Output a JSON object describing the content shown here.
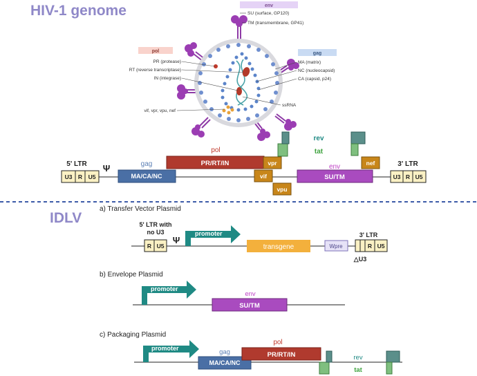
{
  "title": "HIV-1 genome",
  "virion": {
    "env_header": "env",
    "pol_header": "pol",
    "gag_header": "gag",
    "su": "SU (surface, GP120)",
    "tm": "TM (transmembrane, GP41)",
    "pr": "PR (protease)",
    "rt": "RT (reverse transcriptase)",
    "in": "IN (integrase)",
    "ma": "MA (matrix)",
    "nc": "NC (nucleocapsid)",
    "ca": "CA (capsid, p24)",
    "accessory": "vif, vpr, vpu, nef",
    "ssrna": "ssRNA"
  },
  "genome": {
    "ltr5": "5' LTR",
    "ltr3": "3' LTR",
    "u3": "U3",
    "r": "R",
    "u5": "U5",
    "psi": "Ψ",
    "gag": "gag",
    "gag_box": "MA/CA/NC",
    "pol": "pol",
    "pol_box": "PR/RT/IN",
    "vif": "vif",
    "vpr": "vpr",
    "vpu": "vpu",
    "env": "env",
    "env_box": "SU/TM",
    "nef": "nef",
    "rev": "rev",
    "tat": "tat"
  },
  "idlv": {
    "title": "IDLV",
    "a": {
      "label": "a) Transfer Vector Plasmid",
      "ltr5_line1": "5' LTR with",
      "ltr5_line2": "no U3",
      "r": "R",
      "u5": "U5",
      "psi": "Ψ",
      "promoter": "promoter",
      "transgene": "transgene",
      "wpre": "Wpre",
      "ltr3": "3' LTR",
      "delta_u3": "△U3"
    },
    "b": {
      "label": "b) Envelope Plasmid",
      "promoter": "promoter",
      "env": "env",
      "env_box": "SU/TM"
    },
    "c": {
      "label": "c) Packaging Plasmid",
      "promoter": "promoter",
      "gag": "gag",
      "gag_box": "MA/CA/NC",
      "pol": "pol",
      "pol_box": "PR/RT/IN",
      "rev": "rev",
      "tat": "tat"
    }
  },
  "colors": {
    "title": "#8f88c8",
    "pol": "#c0392b",
    "pol_header_bg": "#f9d3cc",
    "gag_box": "#4a6fa5",
    "gag_header_bg": "#c9dbf3",
    "env_box": "#a94bbf",
    "env_text": "#c041c7",
    "env_header_bg": "#e5d3f6",
    "accessory": "#c8861a",
    "ltr_fill": "#fbf1c4",
    "teal": "#1f8a84",
    "green": "#3fa33f",
    "transgene": "#f3b03c",
    "wpre_fill": "#e6e2f7",
    "divider": "#3c5ba8",
    "virion_purple": "#8e3aa6"
  }
}
